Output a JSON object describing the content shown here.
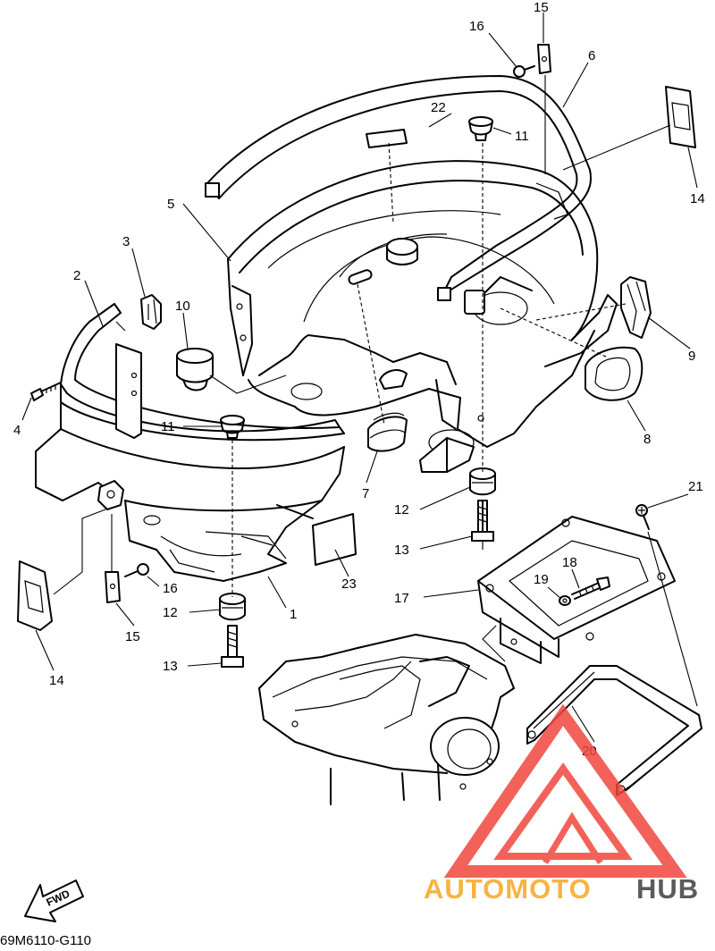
{
  "diagram": {
    "part_numbers": [
      "1",
      "2",
      "3",
      "4",
      "5",
      "6",
      "7",
      "8",
      "9",
      "10",
      "11",
      "11",
      "12",
      "12",
      "13",
      "13",
      "14",
      "14",
      "15",
      "15",
      "16",
      "16",
      "17",
      "18",
      "19",
      "20",
      "21",
      "22",
      "23"
    ],
    "direction_label": "FWD",
    "drawing_code": "69M6110-G110"
  },
  "watermark": {
    "brand_part1": "AUTOMOTO",
    "brand_part2": "HUB",
    "color_primary": "#f0473e",
    "color_secondary": "#f6a623",
    "color_dark": "#3f3f3f"
  }
}
